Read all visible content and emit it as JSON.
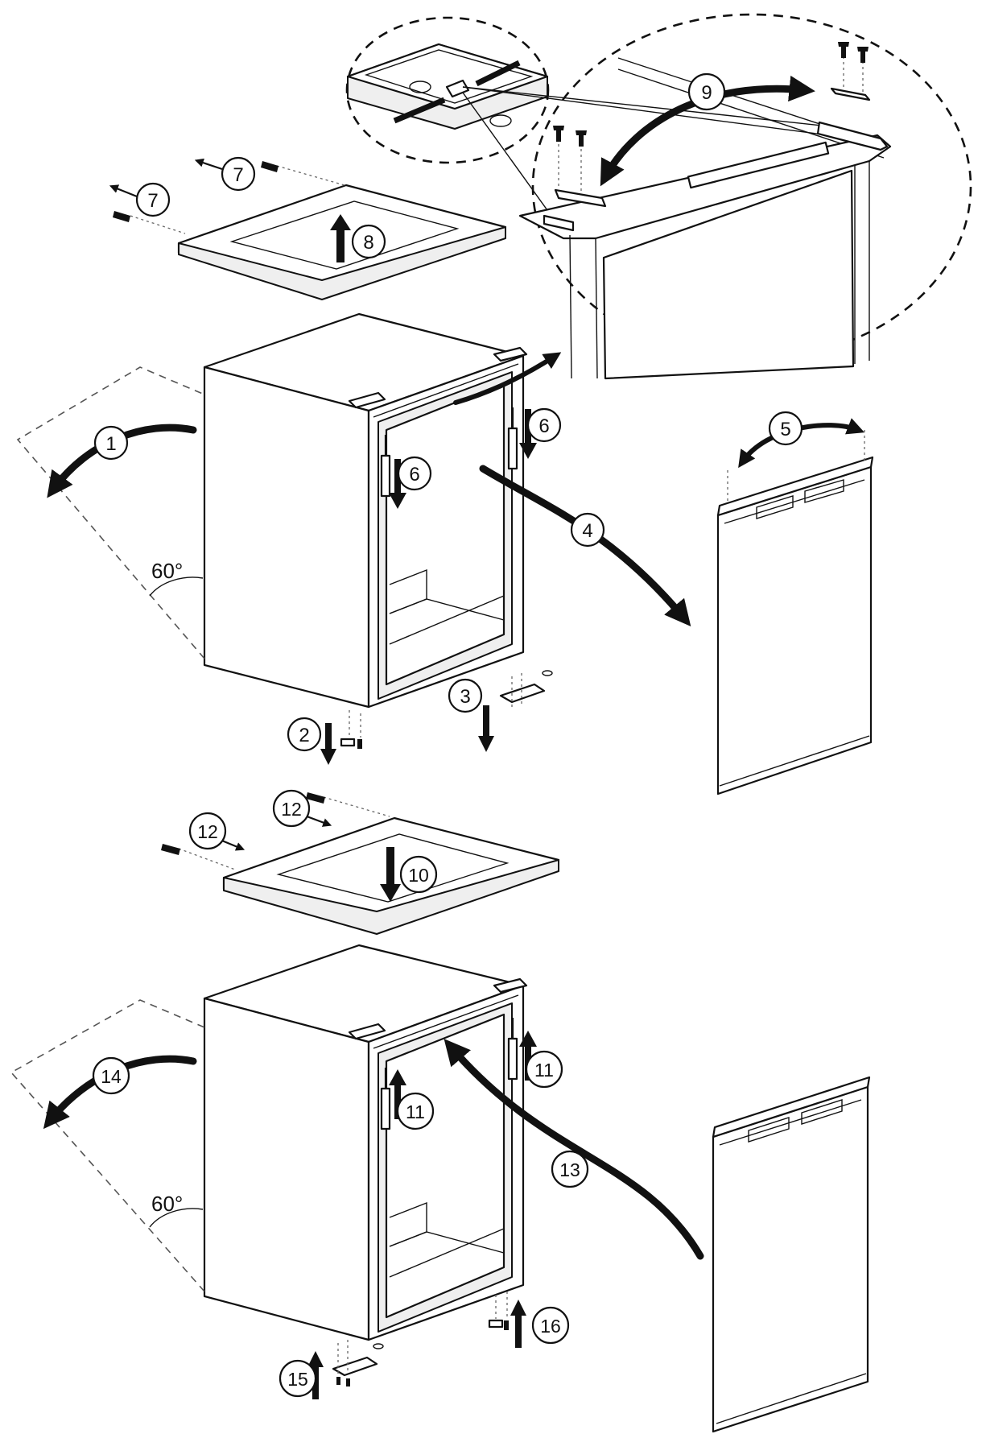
{
  "steps": {
    "s1": "1",
    "s2": "2",
    "s3": "3",
    "s4": "4",
    "s5": "5",
    "s6a": "6",
    "s6b": "6",
    "s7a": "7",
    "s7b": "7",
    "s8": "8",
    "s9": "9",
    "s10": "10",
    "s11a": "11",
    "s11b": "11",
    "s12a": "12",
    "s12b": "12",
    "s13": "13",
    "s14": "14",
    "s15": "15",
    "s16": "16"
  },
  "angles": {
    "top": "60°",
    "bottom": "60°"
  }
}
